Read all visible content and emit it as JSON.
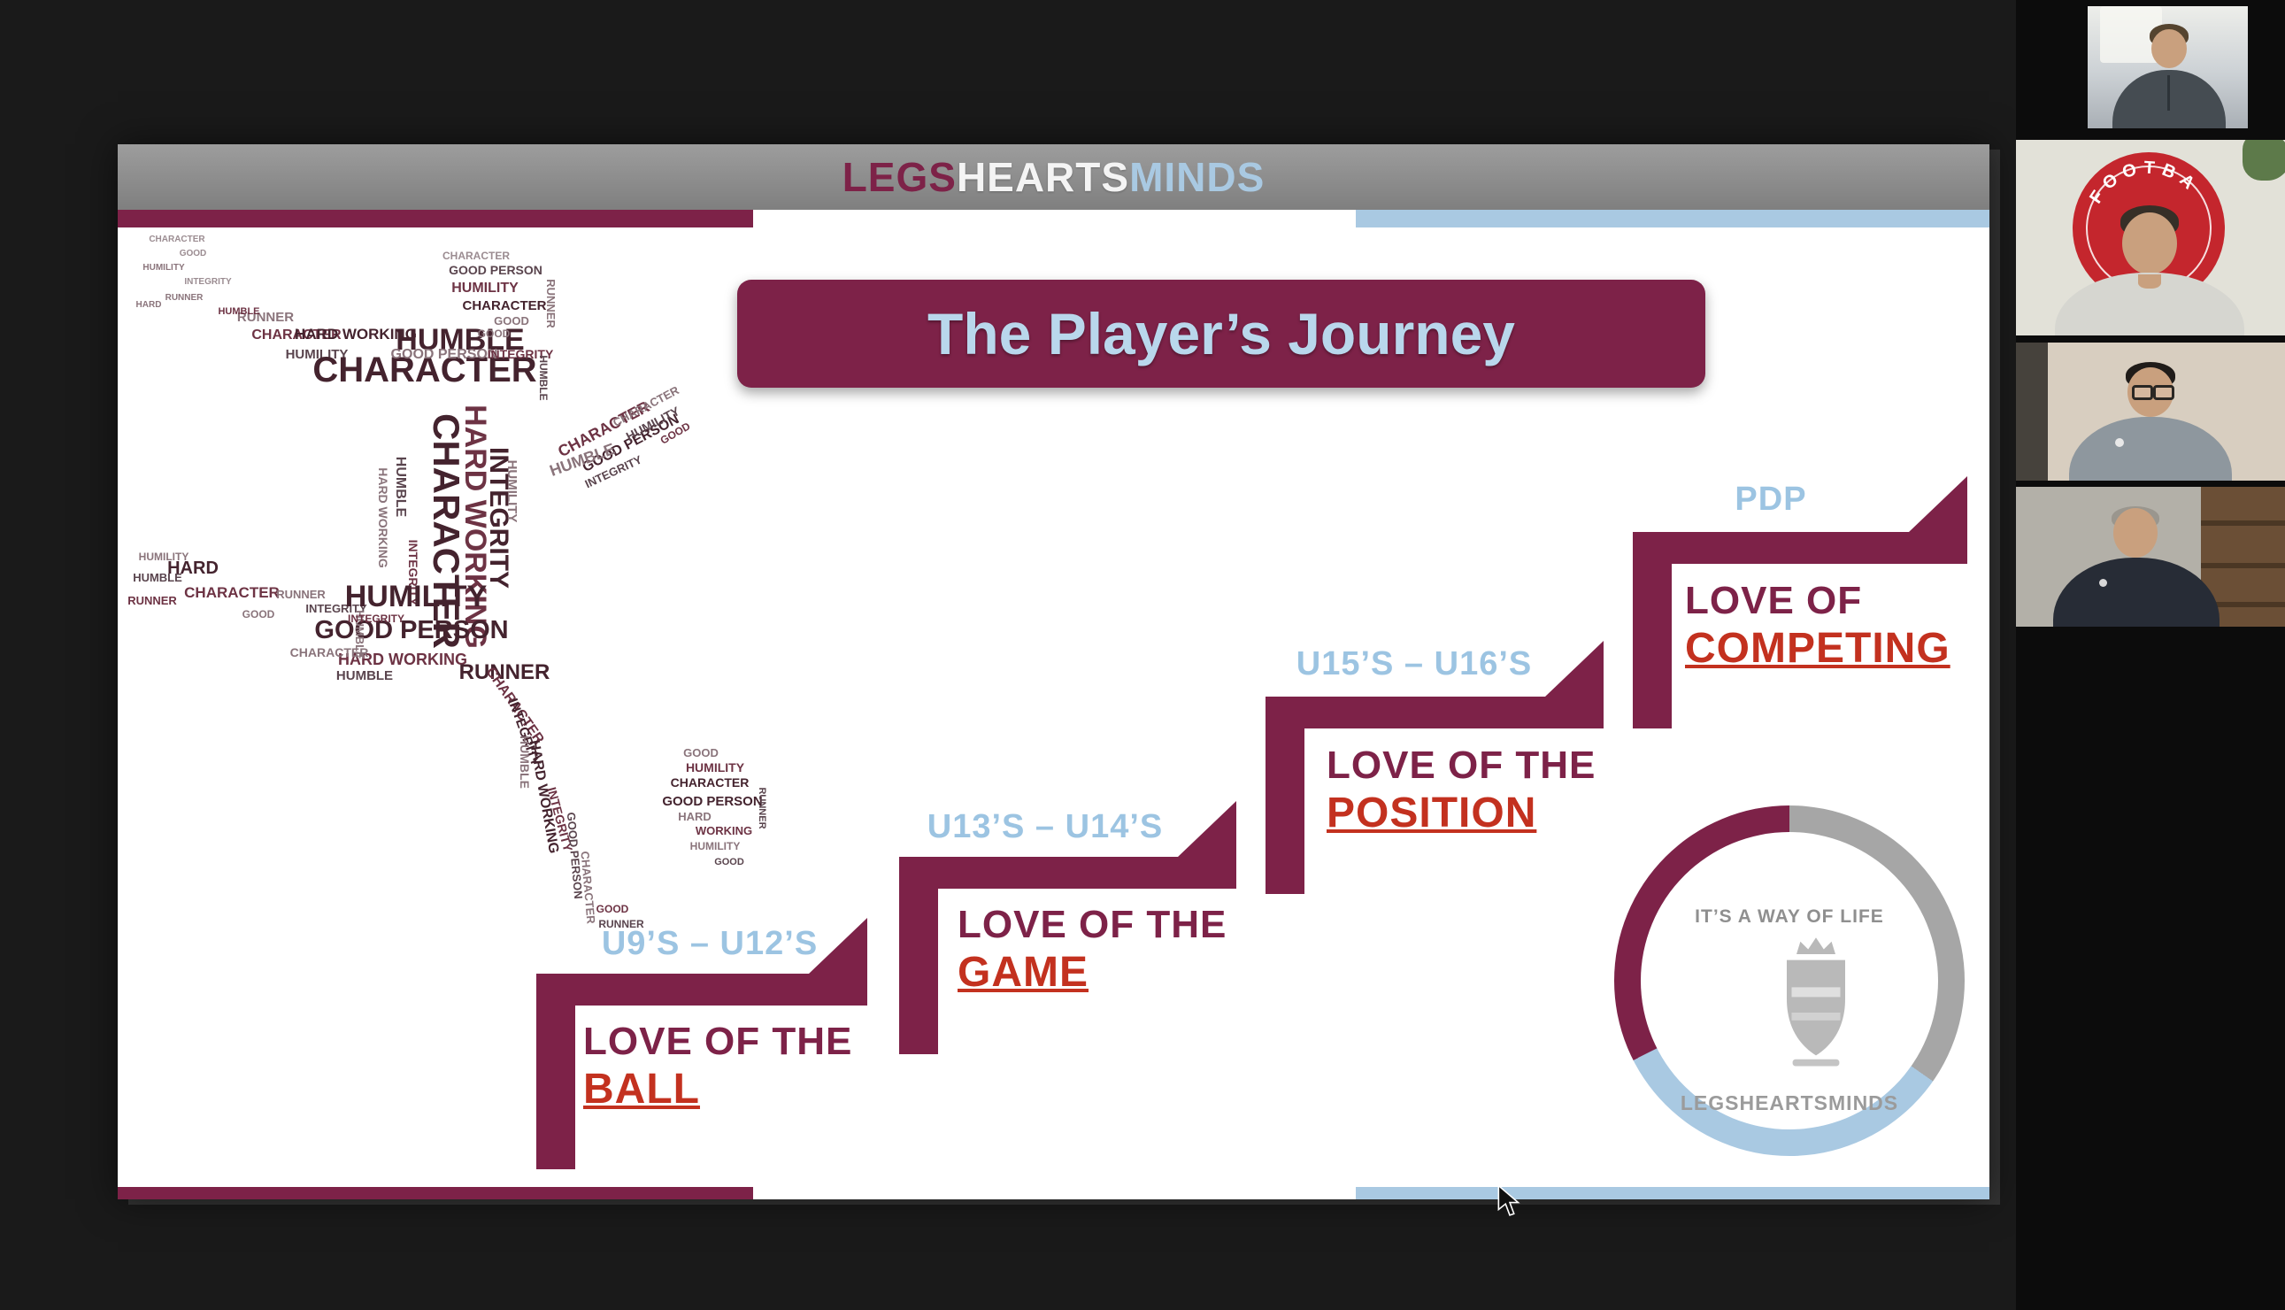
{
  "colors": {
    "maroon": "#7d2248",
    "light_blue": "#a9c9e2",
    "red": "#c3311f",
    "header_gray": "#8c8c8c"
  },
  "brand": {
    "part1": "LEGS",
    "part2": "HEARTS",
    "part3": "MINDS"
  },
  "title": "The Player’s Journey",
  "steps": [
    {
      "age": "U9’S – U12’S",
      "line1": "LOVE OF THE",
      "line2": "BALL"
    },
    {
      "age": "U13’S – U14’S",
      "line1": "LOVE OF THE",
      "line2": "GAME"
    },
    {
      "age": "U15’S – U16’S",
      "line1": "LOVE OF THE",
      "line2": "POSITION"
    },
    {
      "age": "PDP",
      "line1": "LOVE OF",
      "line2": "COMPETING"
    }
  ],
  "badge": {
    "tagline": "IT’S A WAY OF LIFE",
    "brand": "LEGSHEARTSMINDS"
  },
  "participants": {
    "count": 4,
    "crest_text": "FOOTBA"
  },
  "word_cloud": {
    "palette": [
      "#44232e",
      "#6d3344",
      "#8a747b",
      "#5a454e",
      "#9b8c91"
    ],
    "items": [
      [
        "GOOD PERSON",
        420,
        55,
        14,
        0,
        3
      ],
      [
        "HUMILITY",
        408,
        75,
        16,
        0,
        1
      ],
      [
        "CHARACTER",
        430,
        95,
        15,
        0,
        0
      ],
      [
        "GOOD",
        438,
        112,
        13,
        0,
        2
      ],
      [
        "RUNNER",
        478,
        88,
        13,
        90,
        2
      ],
      [
        "CHARACTER",
        398,
        38,
        12,
        0,
        4
      ],
      [
        "CHARACTER",
        545,
        235,
        18,
        -28,
        1
      ],
      [
        "GOOD PERSON",
        575,
        250,
        16,
        -28,
        0
      ],
      [
        "HUMBLE",
        520,
        270,
        18,
        -20,
        2
      ],
      [
        "HUMILITY",
        600,
        228,
        14,
        -28,
        3
      ],
      [
        "CHARACTER",
        592,
        208,
        13,
        -28,
        2
      ],
      [
        "GOOD",
        625,
        238,
        12,
        -30,
        1
      ],
      [
        "INTEGRITY",
        555,
        282,
        13,
        -25,
        3
      ],
      [
        "RUNNER",
        160,
        108,
        15,
        0,
        2
      ],
      [
        "CHARACTER",
        195,
        128,
        16,
        0,
        1
      ],
      [
        "HARD WORKING",
        262,
        128,
        17,
        0,
        0
      ],
      [
        "HUMBLE",
        380,
        140,
        34,
        0,
        0
      ],
      [
        "HUMILITY",
        218,
        150,
        15,
        0,
        3
      ],
      [
        "CHARACTER",
        340,
        176,
        40,
        0,
        0
      ],
      [
        "GOOD PERSON",
        362,
        150,
        16,
        0,
        2
      ],
      [
        "INTEGRITY",
        448,
        150,
        14,
        0,
        1
      ],
      [
        "HUMBLE",
        470,
        172,
        12,
        90,
        3
      ],
      [
        "GOOD",
        418,
        126,
        12,
        0,
        2
      ],
      [
        "CHARACTER",
        350,
        345,
        42,
        90,
        0
      ],
      [
        "HARD WORKING",
        386,
        340,
        34,
        90,
        1
      ],
      [
        "INTEGRITY",
        414,
        330,
        30,
        90,
        0
      ],
      [
        "HUMBLE",
        308,
        295,
        16,
        90,
        3
      ],
      [
        "HUMILITY",
        434,
        300,
        15,
        90,
        2
      ],
      [
        "HARD WORKING",
        288,
        330,
        14,
        90,
        2
      ],
      [
        "INTEGRITY",
        322,
        392,
        14,
        90,
        1
      ],
      [
        "HARD",
        78,
        393,
        20,
        0,
        0
      ],
      [
        "HUMILITY",
        45,
        378,
        12,
        0,
        2
      ],
      [
        "RUNNER",
        32,
        428,
        13,
        0,
        1
      ],
      [
        "CHARACTER",
        122,
        420,
        17,
        0,
        1
      ],
      [
        "HUMBLE",
        38,
        402,
        13,
        0,
        3
      ],
      [
        "GOOD",
        152,
        443,
        12,
        0,
        2
      ],
      [
        "INTEGRITY",
        240,
        437,
        13,
        0,
        3
      ],
      [
        "RUNNER",
        200,
        421,
        13,
        0,
        2
      ],
      [
        "HUMILITY",
        330,
        430,
        34,
        0,
        0
      ],
      [
        "GOOD PERSON",
        325,
        466,
        29,
        0,
        0
      ],
      [
        "HARD WORKING",
        315,
        496,
        18,
        0,
        1
      ],
      [
        "CHARACTER",
        232,
        487,
        14,
        0,
        2
      ],
      [
        "HUMBLE",
        272,
        513,
        15,
        0,
        3
      ],
      [
        "RUNNER",
        430,
        512,
        24,
        0,
        0
      ],
      [
        "HUMBLE",
        262,
        462,
        13,
        90,
        2
      ],
      [
        "INTEGRITY",
        285,
        448,
        12,
        0,
        1
      ],
      [
        "CHARACTER",
        438,
        545,
        16,
        55,
        1
      ],
      [
        "INTEGRITY",
        448,
        574,
        15,
        70,
        0
      ],
      [
        "HUMBLE",
        448,
        606,
        14,
        90,
        2
      ],
      [
        "HARD WORKING",
        470,
        646,
        16,
        80,
        0
      ],
      [
        "INTEGRITY",
        488,
        672,
        14,
        75,
        1
      ],
      [
        "GOOD PERSON",
        505,
        712,
        13,
        85,
        3
      ],
      [
        "CHARACTER",
        520,
        748,
        13,
        85,
        2
      ],
      [
        "GOOD",
        552,
        776,
        12,
        0,
        1
      ],
      [
        "RUNNER",
        562,
        793,
        12,
        0,
        3
      ],
      [
        "GOOD",
        652,
        600,
        13,
        0,
        2
      ],
      [
        "HUMILITY",
        668,
        617,
        14,
        0,
        1
      ],
      [
        "CHARACTER",
        662,
        634,
        14,
        0,
        0
      ],
      [
        "GOOD PERSON",
        665,
        655,
        15,
        0,
        0
      ],
      [
        "HARD",
        645,
        672,
        13,
        0,
        2
      ],
      [
        "WORKING",
        678,
        688,
        13,
        0,
        1
      ],
      [
        "RUNNER",
        718,
        658,
        11,
        90,
        3
      ],
      [
        "HUMILITY",
        668,
        705,
        12,
        0,
        2
      ],
      [
        "GOOD",
        684,
        722,
        11,
        0,
        3
      ],
      [
        "CHARACTER",
        60,
        18,
        10,
        0,
        4
      ],
      [
        "HUMILITY",
        45,
        50,
        10,
        0,
        2
      ],
      [
        "GOOD",
        78,
        34,
        10,
        0,
        4
      ],
      [
        "RUNNER",
        68,
        84,
        10,
        0,
        2
      ],
      [
        "INTEGRITY",
        95,
        66,
        10,
        0,
        4
      ],
      [
        "HARD",
        28,
        92,
        10,
        0,
        2
      ],
      [
        "HUMBLE",
        130,
        100,
        11,
        0,
        1
      ]
    ]
  }
}
